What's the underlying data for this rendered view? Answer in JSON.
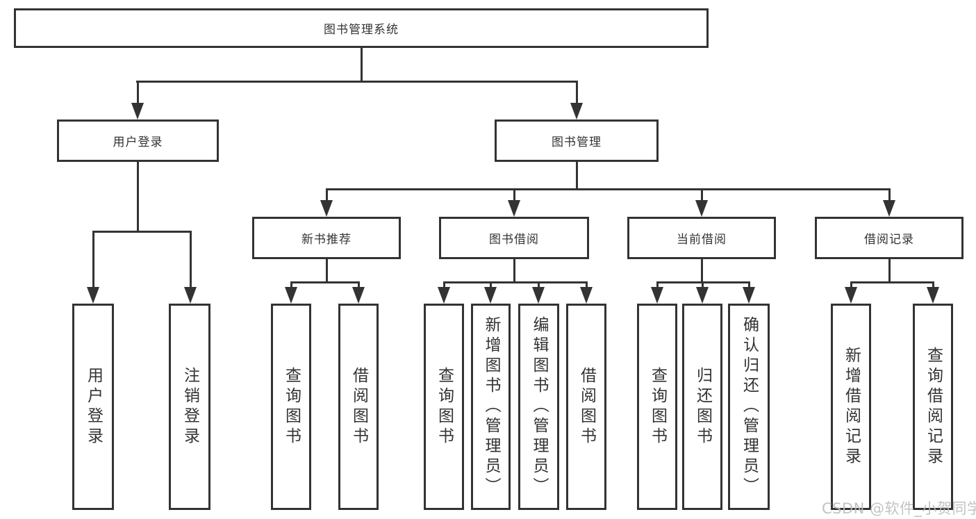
{
  "colors": {
    "line": "#333333",
    "text": "#333333",
    "watermark": "#bdbdbd",
    "background": "#ffffff"
  },
  "watermark": {
    "text": "CSDN @软件_小贺同学"
  },
  "tree": {
    "label": "图书管理系统",
    "children": [
      {
        "label": "用户登录",
        "children": [
          {
            "label": "用户登录"
          },
          {
            "label": "注销登录"
          }
        ]
      },
      {
        "label": "图书管理",
        "children": [
          {
            "label": "新书推荐",
            "children": [
              {
                "label": "查询图书"
              },
              {
                "label": "借阅图书"
              }
            ]
          },
          {
            "label": "图书借阅",
            "children": [
              {
                "label": "查询图书"
              },
              {
                "label": "新增图书（管理员）"
              },
              {
                "label": "编辑图书（管理员）"
              },
              {
                "label": "借阅图书"
              }
            ]
          },
          {
            "label": "当前借阅",
            "children": [
              {
                "label": "查询图书"
              },
              {
                "label": "归还图书"
              },
              {
                "label": "确认归还（管理员）"
              }
            ]
          },
          {
            "label": "借阅记录",
            "children": [
              {
                "label": "新增借阅记录"
              },
              {
                "label": "查询借阅记录"
              }
            ]
          }
        ]
      }
    ]
  }
}
